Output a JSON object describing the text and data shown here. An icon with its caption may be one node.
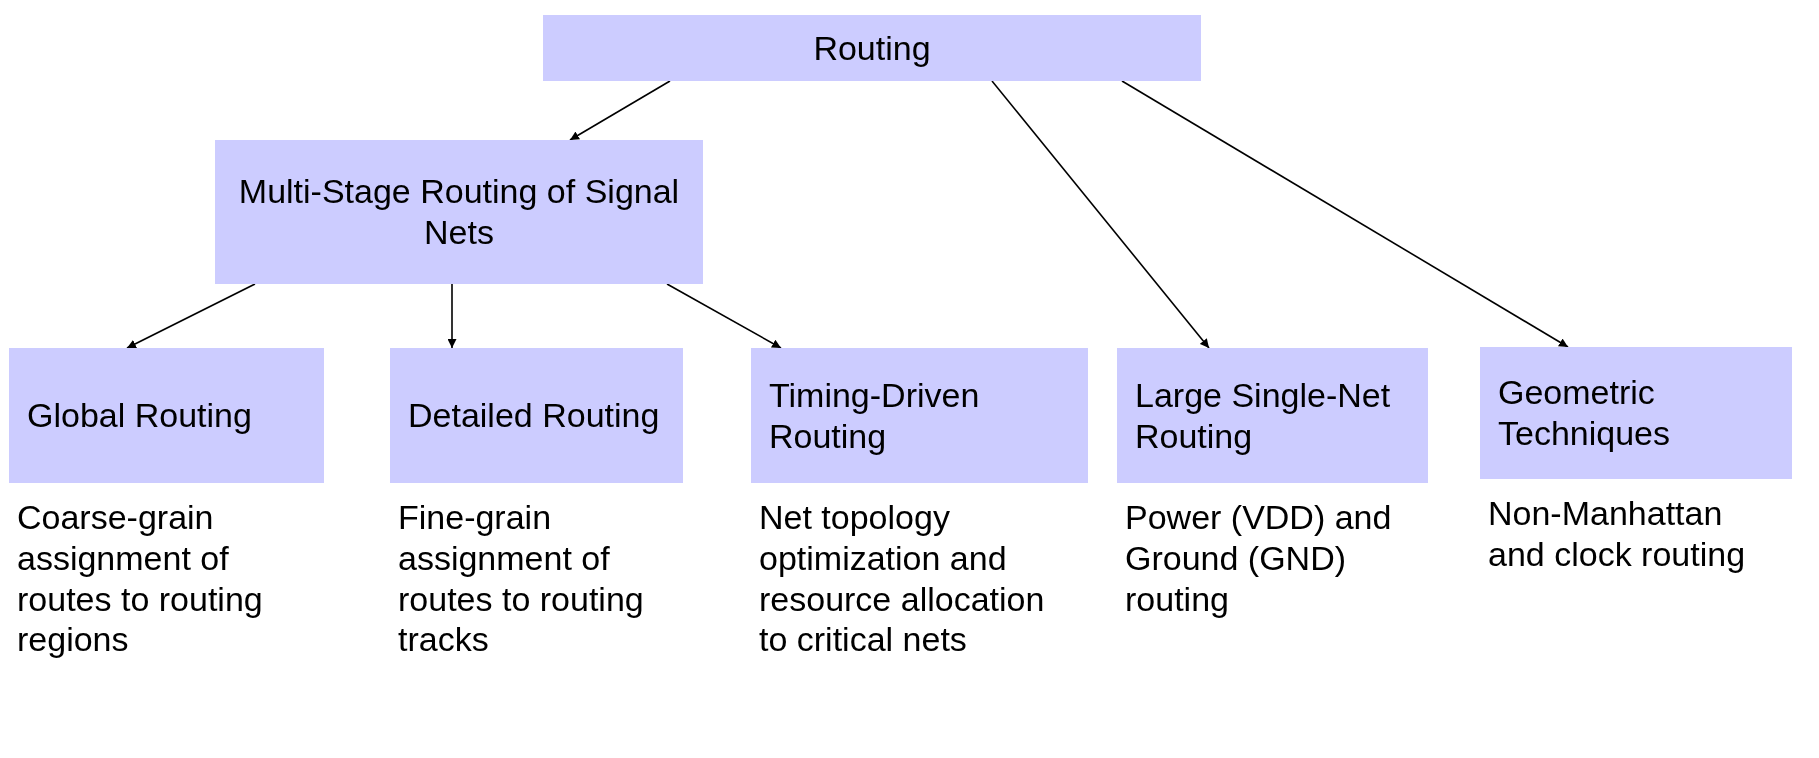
{
  "diagram": {
    "nodes": [
      {
        "text": [
          "Routing"
        ]
      },
      {
        "text": [
          "Multi-Stage Routing of Signal Nets"
        ]
      },
      {
        "text": [
          "Global Routing"
        ],
        "beside": [
          "Coarse-grain assignment of routes to routing regions"
        ]
      },
      {
        "text": [
          "Detailed Routing"
        ],
        "beside": [
          "Fine-grain assignment of routes to routing tracks"
        ]
      },
      {
        "text": [
          "Timing-Driven Routing"
        ],
        "beside": [
          "Net topology optimization and resource allocation to critical nets"
        ]
      },
      {
        "text": [
          "Large Single-Net Routing"
        ],
        "beside": [
          "Power (VDD) and Ground (GND) routing"
        ]
      },
      {
        "text": [
          "Geometric Techniques"
        ],
        "beside": [
          "Non-Manhattan and clock routing"
        ]
      }
    ],
    "edges": [
      {
        "from": 0,
        "to": 1,
        "arrow": "to"
      },
      {
        "from": 0,
        "to": 5,
        "arrow": "to"
      },
      {
        "from": 0,
        "to": 6,
        "arrow": "to"
      },
      {
        "from": 1,
        "to": 2,
        "arrow": "to"
      },
      {
        "from": 1,
        "to": 3,
        "arrow": "to"
      },
      {
        "from": 1,
        "to": 4,
        "arrow": "to"
      }
    ]
  }
}
